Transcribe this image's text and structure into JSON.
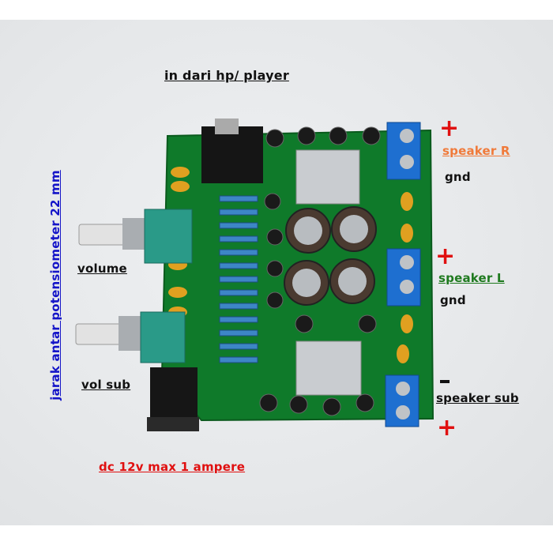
{
  "labels": {
    "input": "in dari hp/ player",
    "pot_spacing": "jarak antar potensiometer 22 mm",
    "volume": "volume",
    "vol_sub": "vol sub",
    "power": "dc 12v max 1 ampere",
    "speaker_r": "speaker R",
    "gnd_r": "gnd",
    "speaker_l": "speaker L",
    "gnd_l": "gnd",
    "speaker_sub": "speaker sub",
    "plus": "+"
  },
  "colors": {
    "pcb": "#0f7a2a",
    "terminal": "#1e6fd0",
    "speaker_r": "#f07a3a",
    "speaker_l": "#1f7a1f",
    "pot_spacing": "#1414c8",
    "power": "#e01010",
    "plus": "#e01010"
  }
}
